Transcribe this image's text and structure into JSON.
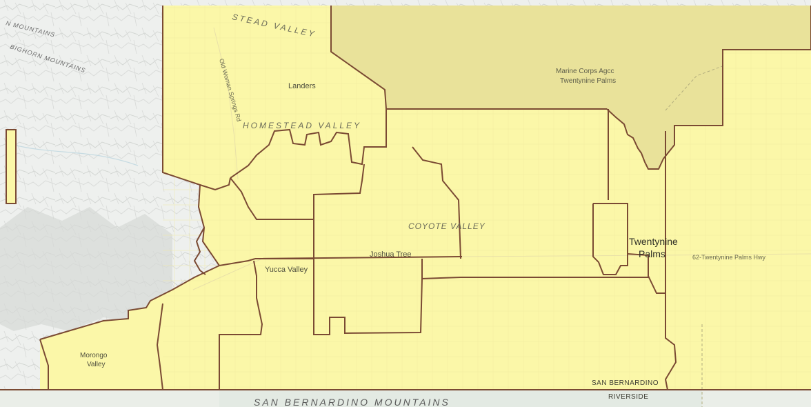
{
  "map": {
    "colors": {
      "terrain": "#eef0ee",
      "zone_fill": "#fbf7a8",
      "base_fill": "#e9e29a",
      "boundary": "#7a4a33",
      "riverside": "#e9ece7"
    },
    "labels": {
      "mtn_n": "N MOUNTAINS",
      "bighorn": "BIGHORN MOUNTAINS",
      "homestead_top": "STEAD VALLEY",
      "old_woman": "Old Woman Springs Rd",
      "landers": "Landers",
      "homestead": "HOMESTEAD VALLEY",
      "marine_1": "Marine Corps Agcc",
      "marine_2": "Twentynine Palms",
      "coyote": "COYOTE VALLEY",
      "joshua": "Joshua Tree",
      "yucca": "Yucca Valley",
      "twentynine_1": "Twentynine",
      "twentynine_2": "Palms",
      "hwy62": "62-Twentynine Palms Hwy",
      "morongo_1": "Morongo",
      "morongo_2": "Valley",
      "san_bernardino": "SAN BERNARDINO",
      "riverside": "RIVERSIDE",
      "sb_mountains": "SAN BERNARDINO MOUNTAINS"
    }
  }
}
